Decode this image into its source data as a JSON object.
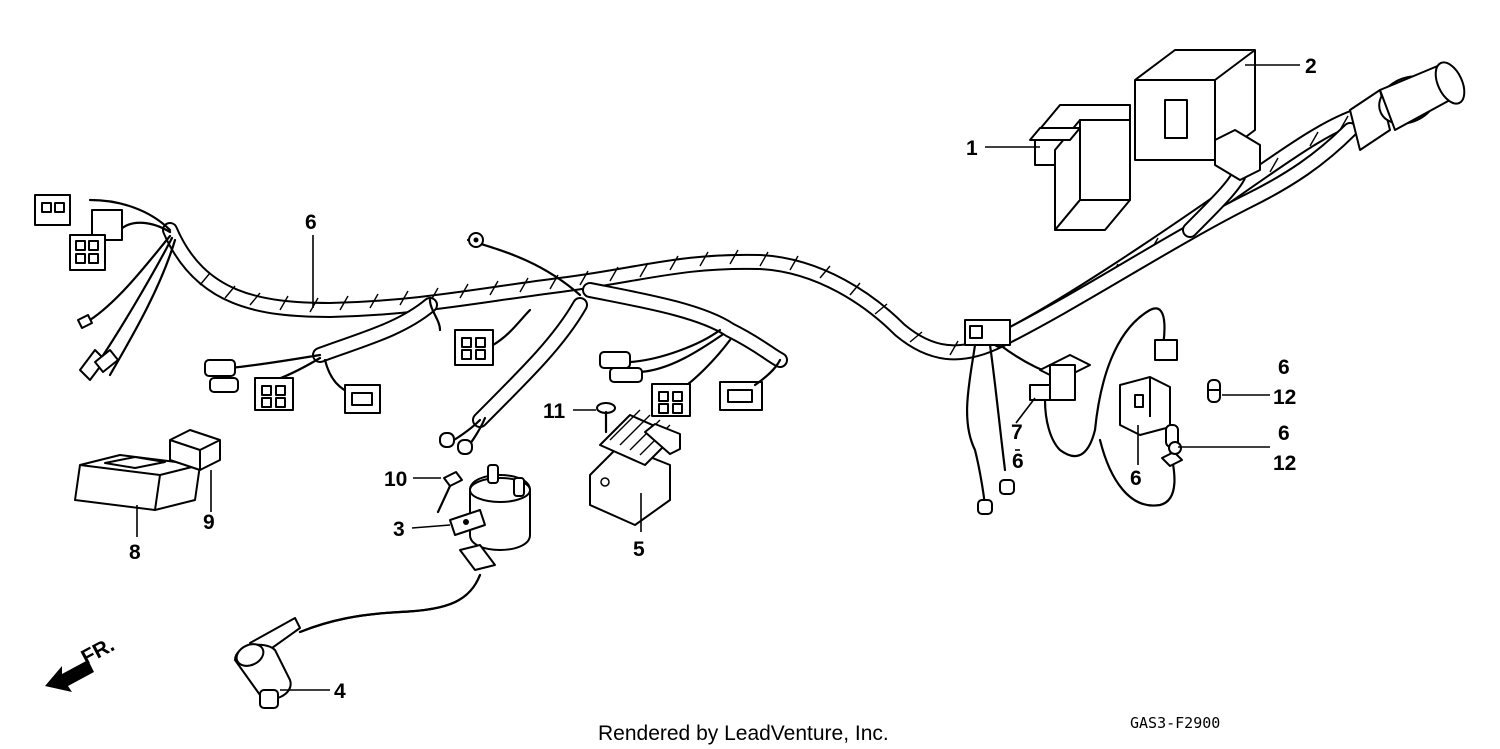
{
  "callouts": {
    "c1": "1",
    "c2": "2",
    "c3": "3",
    "c4": "4",
    "c5": "5",
    "c6a": "6",
    "c6b": "6",
    "c6c": "6",
    "c6d": "6",
    "c6e": "6",
    "c7": "7",
    "c8": "8",
    "c9": "9",
    "c10": "10",
    "c11": "11",
    "c12a": "12",
    "c12b": "12"
  },
  "direction_label": "FR.",
  "footer": {
    "credit": "Rendered by LeadVenture, Inc.",
    "diagram_code": "GAS3-F2900"
  }
}
